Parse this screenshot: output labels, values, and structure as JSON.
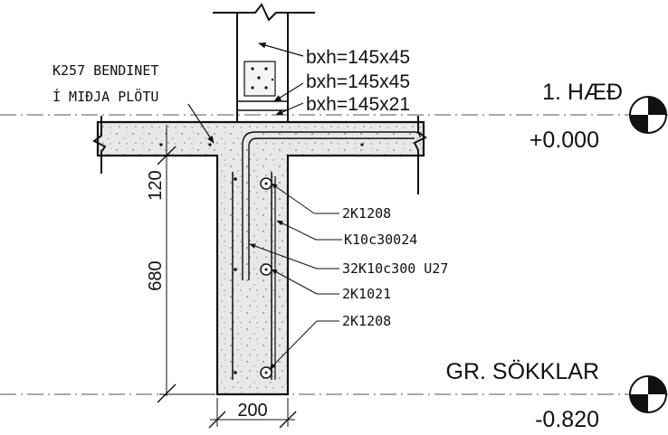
{
  "wall_labels": {
    "top": "bxh=145x45",
    "middle": "bxh=145x45",
    "bottom": "bxh=145x21"
  },
  "slab_note": {
    "line1": "K257 BENDINET",
    "line2": "Í MIÐJA PLÖTU"
  },
  "levels": {
    "upper": {
      "name": "1. HÆÐ",
      "elevation": "+0.000"
    },
    "lower": {
      "name": "GR. SÖKKLAR",
      "elevation": "-0.820"
    }
  },
  "dimensions": {
    "slab_thickness": "120",
    "beam_depth": "680",
    "beam_width": "200"
  },
  "rebar_labels": [
    "2K1208",
    "K10c30024",
    "32K10c300 U27",
    "2K1021",
    "2K1208"
  ],
  "colors": {
    "ink": "#111111",
    "concrete": "#e6e6e6",
    "background": "#ffffff"
  }
}
